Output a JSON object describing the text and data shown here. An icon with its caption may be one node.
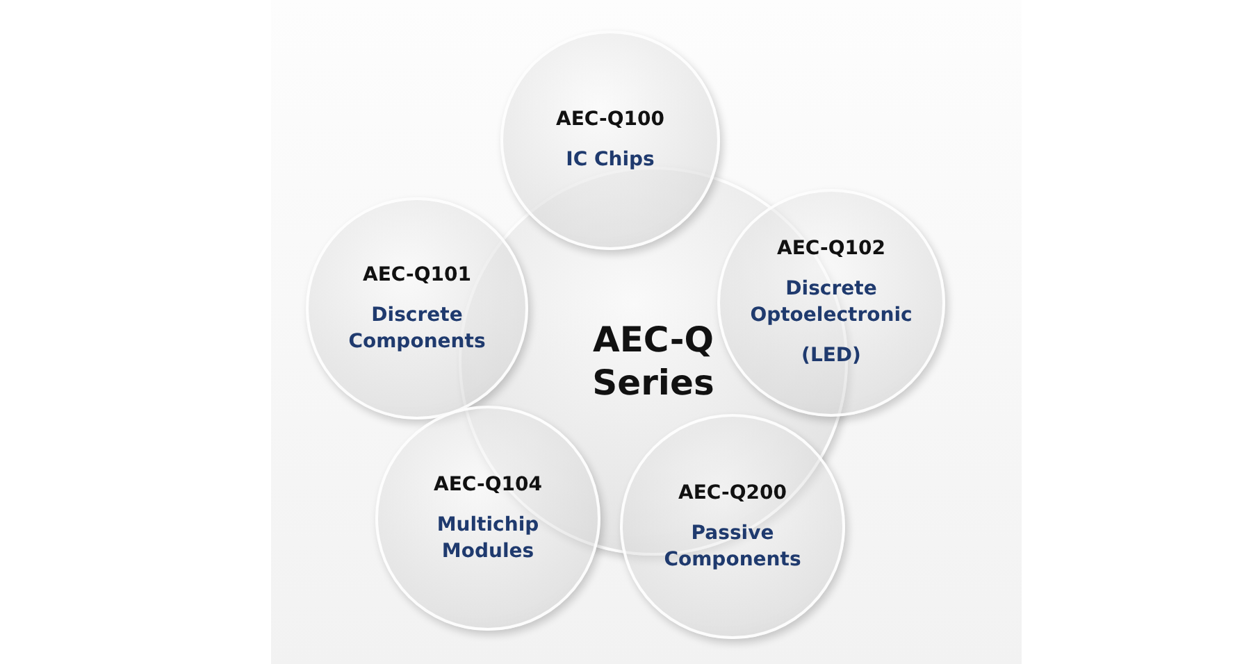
{
  "diagram": {
    "nodes": [
      {
        "text": [
          "AEC-Q Series"
        ]
      },
      {
        "text": [
          "AEC-Q100",
          "IC Chips"
        ]
      },
      {
        "text": [
          "AEC-Q101",
          "Discrete Components"
        ]
      },
      {
        "text": [
          "AEC-Q102",
          "Discrete Optoelectronic",
          "(LED)"
        ]
      },
      {
        "text": [
          "AEC-Q104",
          "Multichip Modules"
        ]
      },
      {
        "text": [
          "AEC-Q200",
          "Passive Components"
        ]
      }
    ],
    "edges": []
  }
}
